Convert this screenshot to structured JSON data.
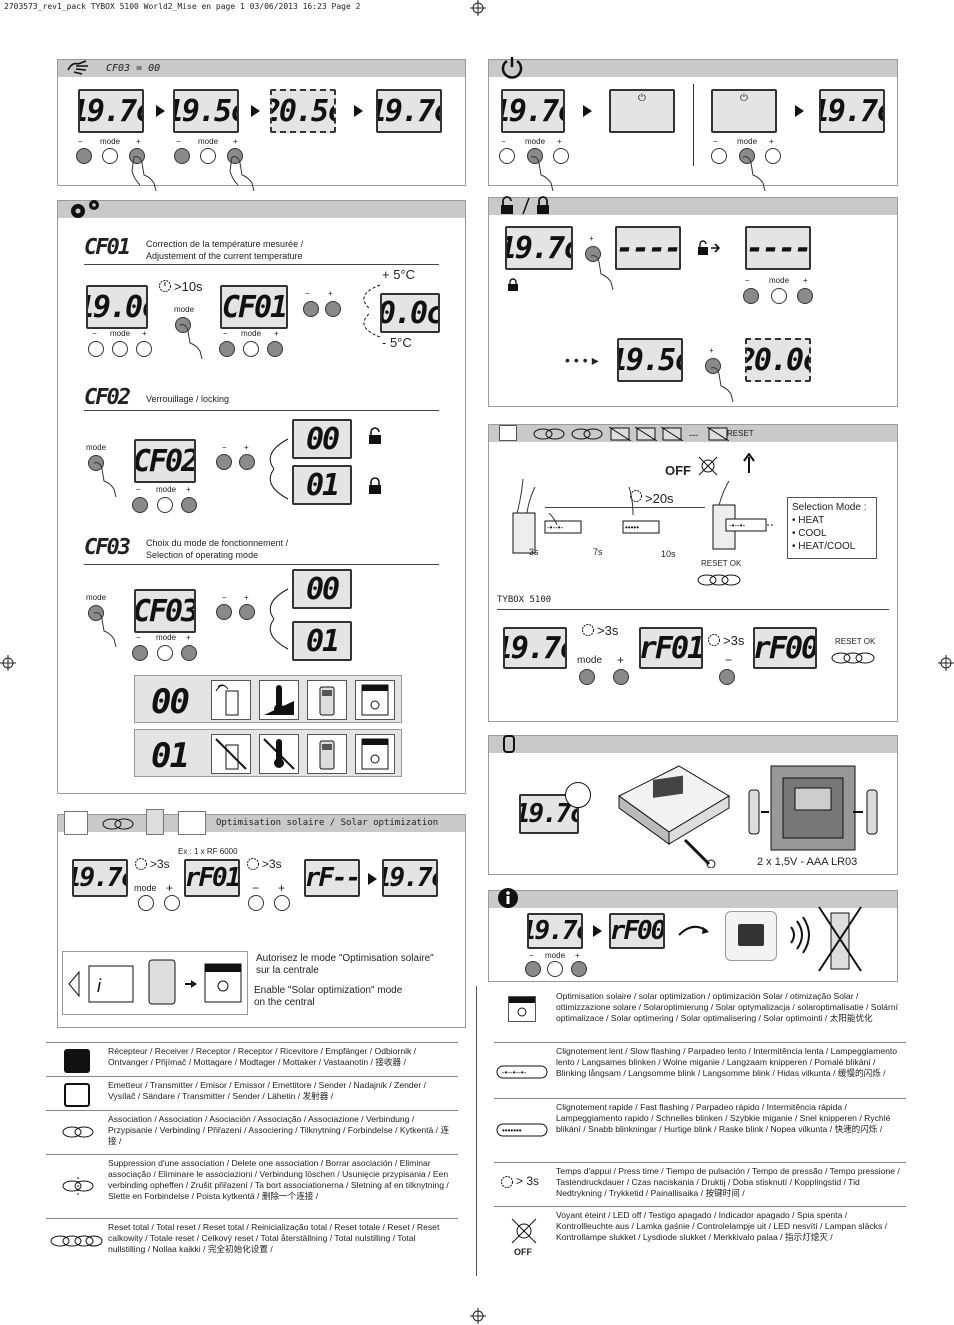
{
  "header": {
    "line": "2703573_rev1_pack TYBOX 5100 World2_Mise en page 1  03/06/2013  16:23  Page 2"
  },
  "sec1": {
    "title": "CF03 = 00",
    "lcds": [
      "19.7c",
      "19.5c",
      "20.5c",
      "19.7c"
    ],
    "mode": "mode"
  },
  "sec2": {
    "lcds": [
      "19.7c",
      "19.7c"
    ],
    "mode": "mode"
  },
  "sec3": {
    "cf01": {
      "code": "CF01",
      "desc1": "Correction de la température mesurée /",
      "desc2": "Adjustement of the current temperature",
      "lcd_a": "19.0c",
      "lcd_b": "CF01",
      "lcd_c": "0.0c",
      "timer": ">10s",
      "plus": "+ 5°C",
      "minus": "- 5°C"
    },
    "cf02": {
      "code": "CF02",
      "desc": "Verrouillage / locking",
      "lcd": "CF02",
      "opt0": "00",
      "opt1": "01"
    },
    "cf03": {
      "code": "CF03",
      "desc1": "Choix du mode de fonctionnement /",
      "desc2": "Selection of operating mode",
      "lcd": "CF03",
      "opt0": "00",
      "opt1": "01"
    },
    "modes": {
      "row0": "00",
      "row1": "01"
    },
    "mode": "mode"
  },
  "sec4": {
    "lcds": [
      "19.7c",
      "----",
      "----",
      "19.5c",
      "20.0c"
    ],
    "mode": "mode"
  },
  "sec5": {
    "reset": "RESET",
    "off": "OFF",
    "timer": ">20s",
    "t1": "3s",
    "t2": "7s",
    "t3": "10s",
    "reset_ok": "RESET OK",
    "selection_title": "Selection Mode :",
    "selection_items": [
      "• HEAT",
      "• COOL",
      "• HEAT/COOL"
    ],
    "model": "TYBOX 5100",
    "lcds": [
      "19.7c",
      "rF01",
      "rF00"
    ],
    "timer1": ">3s",
    "timer2": ">3s",
    "reset_ok2": "RESET OK",
    "mode": "mode"
  },
  "sec6": {
    "title": "Optimisation solaire / Solar optimization",
    "ex": "Ex : 1 x RF 6000",
    "lcds": [
      "19.7c",
      "rF01",
      "rF--",
      "19.7c"
    ],
    "timer1": ">3s",
    "timer2": ">3s",
    "mode": "mode",
    "fr1": "Autorisez le mode \"Optimisation solaire\"",
    "fr2": "sur la centrale",
    "en1": "Enable \"Solar optimization\" mode",
    "en2": "on the central"
  },
  "sec7": {
    "lcd": "19.7c",
    "battery": "2 x 1,5V - AAA LR03"
  },
  "sec8": {
    "lcds": [
      "19.7c",
      "rF00"
    ],
    "mode": "mode"
  },
  "legend_left": [
    "Récepteur / Receiver / Receptor / Receptor / Ricevitore / Empfänger / Odbiornik / Ontvanger / Přijímač / Mottagare / Modtager / Mottaker / Vastaanotin / 接收器 /",
    "Emetteur / Transmitter / Emisor / Emissor / Emettitore / Sender / Nadajnik / Zender / Vysílač / Sändare / Transmitter / Sender / Lähetin / 发射器 /",
    "Association / Association / Asociación / Associação / Associazione / Verbindung / Przypisanie / Verbinding / Přiřazení / Associering / Tilknytning / Forbindelse / Kytkentä / 连接 /",
    "Suppression d'une association / Delete one association / Borrar asociación / Eliminar associação / Eliminare le associazioni / Verbindung löschen / Usunięcie przypisania / Een verbinding opheffen / Zrušit přiřazení / Ta bort associationerna / Sletning af en tilknytning / Slette en Forbindelse / Poista kytkentä / 删除一个连接 /",
    "Reset total / Total reset / Reset total / Reinicialização total / Reset totale / Reset / Reset calkowity / Totale reset / Celkový reset / Total återställning / Total nulstilling / Total nullstilling / Nollaa kaikki / 完全初始化设置 /"
  ],
  "legend_right": [
    "Optimisation solaire / solar optimization / optimización Solar / otimização Solar / ottimizzazione solare / Solaroptimierung / Solar optymalizacja / solaroptimalisatie / Solární optimalizace / Solar optimering / Solar optimalisering / Solar optimointi / 太阳能优化",
    "Clignotement lent / Slow flashing / Parpadeo lento / Intermitência lenta / Lampeggiamento lento / Langsames blinken / Wolne miganie / Langzaam knipperen / Pomalé blikání / Blinking långsam / Langsomme blink / Langsomme blink / Hidas vilkunta / 缓慢的闪烁 /",
    "Clignotement rapide / Fast flashing / Parpadeo rápido / Intermitência rápida / Lampeggiamento rapido / Schnelles blinken / Szybkie miganie / Snel knipperen / Rychlé blikání / Snabb blinkningar / Hurtige blink / Raske blink / Nopea vilkunta / 快速的闪烁 /",
    "Temps d'appui / Press time / Tiempo de pulsación / Tempo de pressão / Tempo pressione / Tastendruckdauer / Czas naciskania / Druktij / Doba stisknutí / Kopplingstid / Tid Nedtrykning / Trykketid / Painallisaika / 按键时间 /",
    "Voyant éteint / LED off / Testigo apagado / Indicador apagado / Spia spenta / Kontrollleuchte aus / Lamka gaśnie / Controlelampje uit / LED nesvítí / Lampan släcks / Kontrollampe slukket / Lysdiode slukket / Merkkivalo palaa / 指示灯熄灭 /"
  ],
  "legend_right_labels": {
    "timer": "> 3s",
    "off": "OFF"
  }
}
